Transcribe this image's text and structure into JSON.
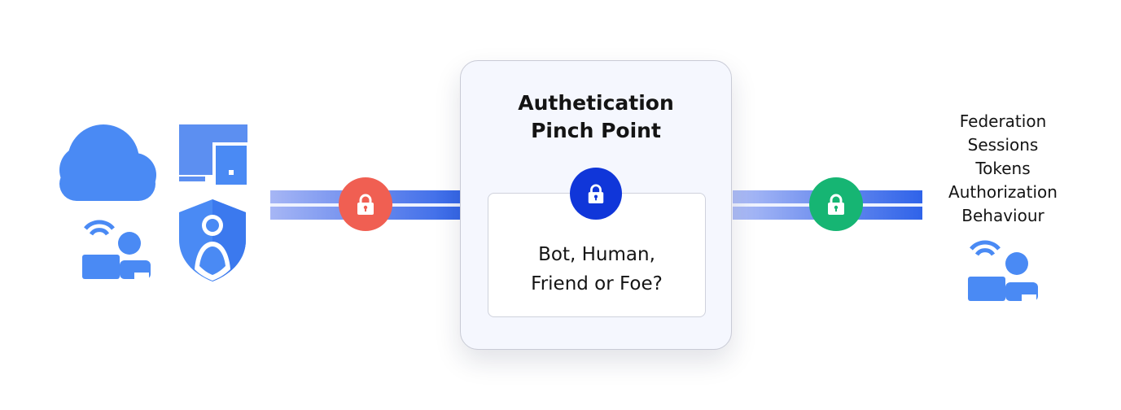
{
  "card": {
    "title_line1": "Authetication",
    "title_line2": "Pinch Point",
    "question_line1": "Bot, Human,",
    "question_line2": "Friend or Foe?"
  },
  "right_list": [
    "Federation",
    "Sessions",
    "Tokens",
    "Authorization",
    "Behaviour"
  ],
  "icons": {
    "left_group": [
      "cloud-icon",
      "devices-icon",
      "remote-user-icon",
      "shield-user-icon"
    ],
    "left_lock": "lock-icon",
    "center_lock": "lock-icon",
    "right_lock": "lock-icon",
    "right_user": "remote-user-icon"
  },
  "colors": {
    "icon_blue": "#4a8af4",
    "left_lock": "#f05f52",
    "center_lock": "#1036d9",
    "right_lock": "#16b573",
    "pipe_blue": "#3567e8"
  }
}
